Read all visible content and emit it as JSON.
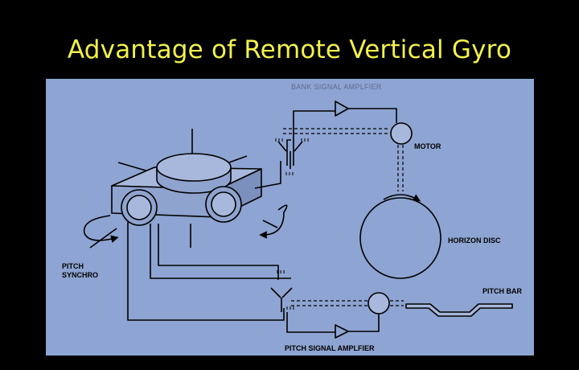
{
  "slide": {
    "title": "Advantage of Remote Vertical Gyro"
  },
  "diagram": {
    "colors": {
      "panel": "#8ea4d2",
      "title": "#f2f24a",
      "background": "#000000"
    },
    "labels": {
      "bank_amplifier": "BANK SIGNAL AMPLFIER",
      "motor": "MOTOR",
      "horizon_disc": "HORIZON DISC",
      "pitch_synchro": "PITCH\nSYNCHRO",
      "pitch_bar": "PITCH BAR",
      "pitch_amplifier": "PITCH SIGNAL AMPLFIER"
    }
  }
}
